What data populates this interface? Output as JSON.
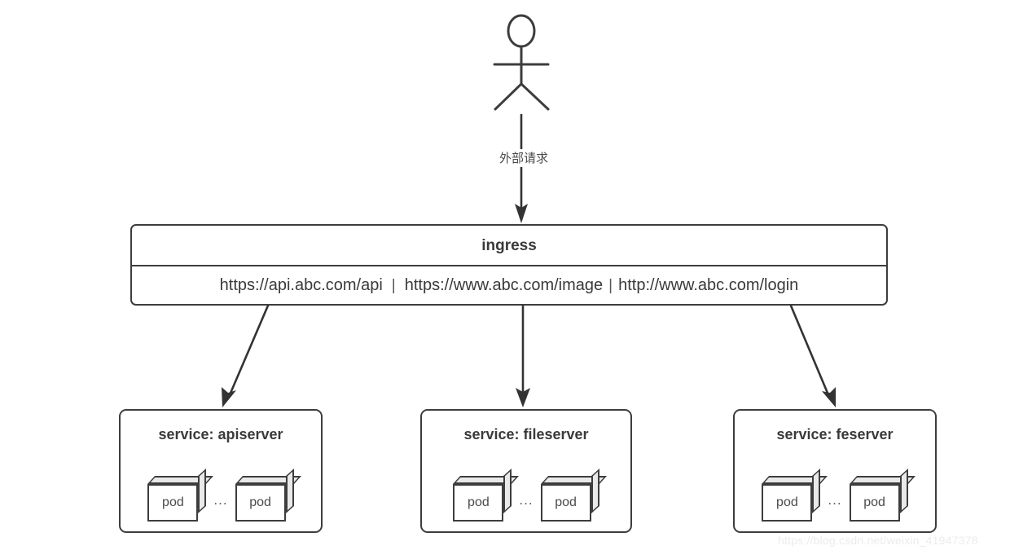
{
  "diagram": {
    "type": "architecture-flow",
    "actor": {
      "name": "external-user",
      "label": ""
    },
    "flow_label": "外部请求",
    "ingress": {
      "title": "ingress",
      "separator": "|",
      "routes": [
        "https://api.abc.com/api",
        "https://www.abc.com/image",
        "http://www.abc.com/login"
      ]
    },
    "services": [
      {
        "title": "service: apiserver",
        "dots": "...",
        "pods": [
          "pod",
          "pod"
        ]
      },
      {
        "title": "service: fileserver",
        "dots": "...",
        "pods": [
          "pod",
          "pod"
        ]
      },
      {
        "title": "service: feserver",
        "dots": "...",
        "pods": [
          "pod",
          "pod"
        ]
      }
    ],
    "watermark": "https://blog.csdn.net/weixin_41947378",
    "colors": {
      "stroke": "#3d3d3d",
      "text": "#3a3a3a",
      "pod_face": "#e9e9e9",
      "background": "#ffffff",
      "watermark": "#ececec"
    }
  }
}
